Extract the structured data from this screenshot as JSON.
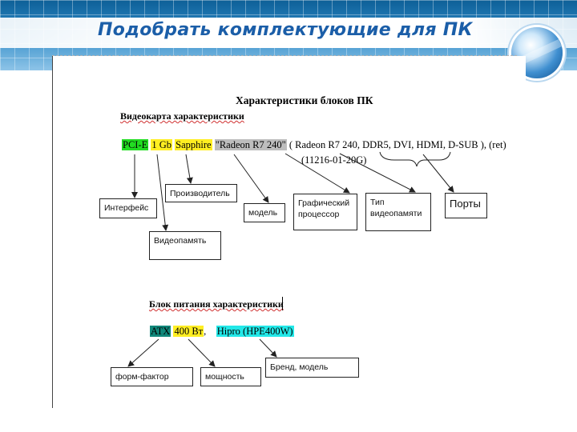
{
  "slide": {
    "title": "Подобрать комплектующие для ПК"
  },
  "doc": {
    "heading": "Характеристики блоков ПК",
    "gpu": {
      "subheading": "Видеокарта характеристики",
      "tokens": {
        "interface": "PCI-E",
        "memory": "1 Gb",
        "maker": "Sapphire",
        "model": "\"Radeon R7 240\"",
        "details": "( Radeon R7 240, DDR5, DVI, HDMI, D-SUB ), (ret)",
        "part": "(11216-01-20G)"
      },
      "labels": {
        "interface": "Интерфейс",
        "maker": "Производитель",
        "memory": "Видеопамять",
        "model": "модель",
        "gpu": "Графический процессор",
        "memtype": "Тип видеопамяти",
        "ports": "Порты"
      }
    },
    "psu": {
      "subheading": "Блок питания характеристики",
      "tokens": {
        "form": "ATX",
        "power": "400 Вт",
        "comma": ",",
        "brand": "Hipro (HPE400W)"
      },
      "labels": {
        "form": "форм-фактор",
        "power": "мощность",
        "brand": "Бренд, модель"
      }
    }
  },
  "colors": {
    "title": "#1b5ea8",
    "highlight_green": "#22dd22",
    "highlight_yellow": "#ffee22",
    "highlight_gray": "#bdbdbd",
    "highlight_teal": "#11877a",
    "highlight_cyan": "#22e8e8"
  },
  "icons": {
    "globe": "globe-icon"
  }
}
